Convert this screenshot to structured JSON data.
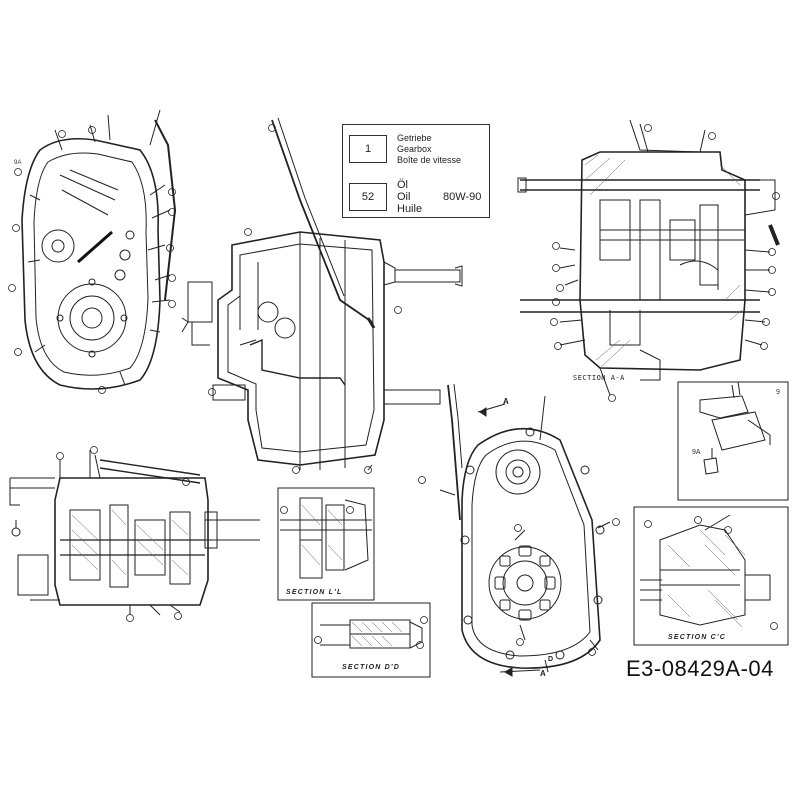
{
  "diagram": {
    "legend": {
      "items": [
        {
          "number": "1",
          "lines": [
            "Getriebe",
            "Gearbox",
            "Boîte de vitesse"
          ]
        },
        {
          "number": "52",
          "lines": [
            "Öl",
            "Oil",
            "Huile"
          ],
          "spec": "80W-90"
        }
      ]
    },
    "drawing_code": "E3-08429A-04",
    "section_labels": {
      "aa": "SECTION A-A",
      "ll": "SECTION L'L",
      "dd": "SECTION D'D",
      "cc": "SECTION C'C"
    },
    "section_marks": {
      "a": "A",
      "d": "D"
    },
    "detail_labels": {
      "nine": "9",
      "nine_a": "9A",
      "nine_a_left": "9A"
    }
  }
}
